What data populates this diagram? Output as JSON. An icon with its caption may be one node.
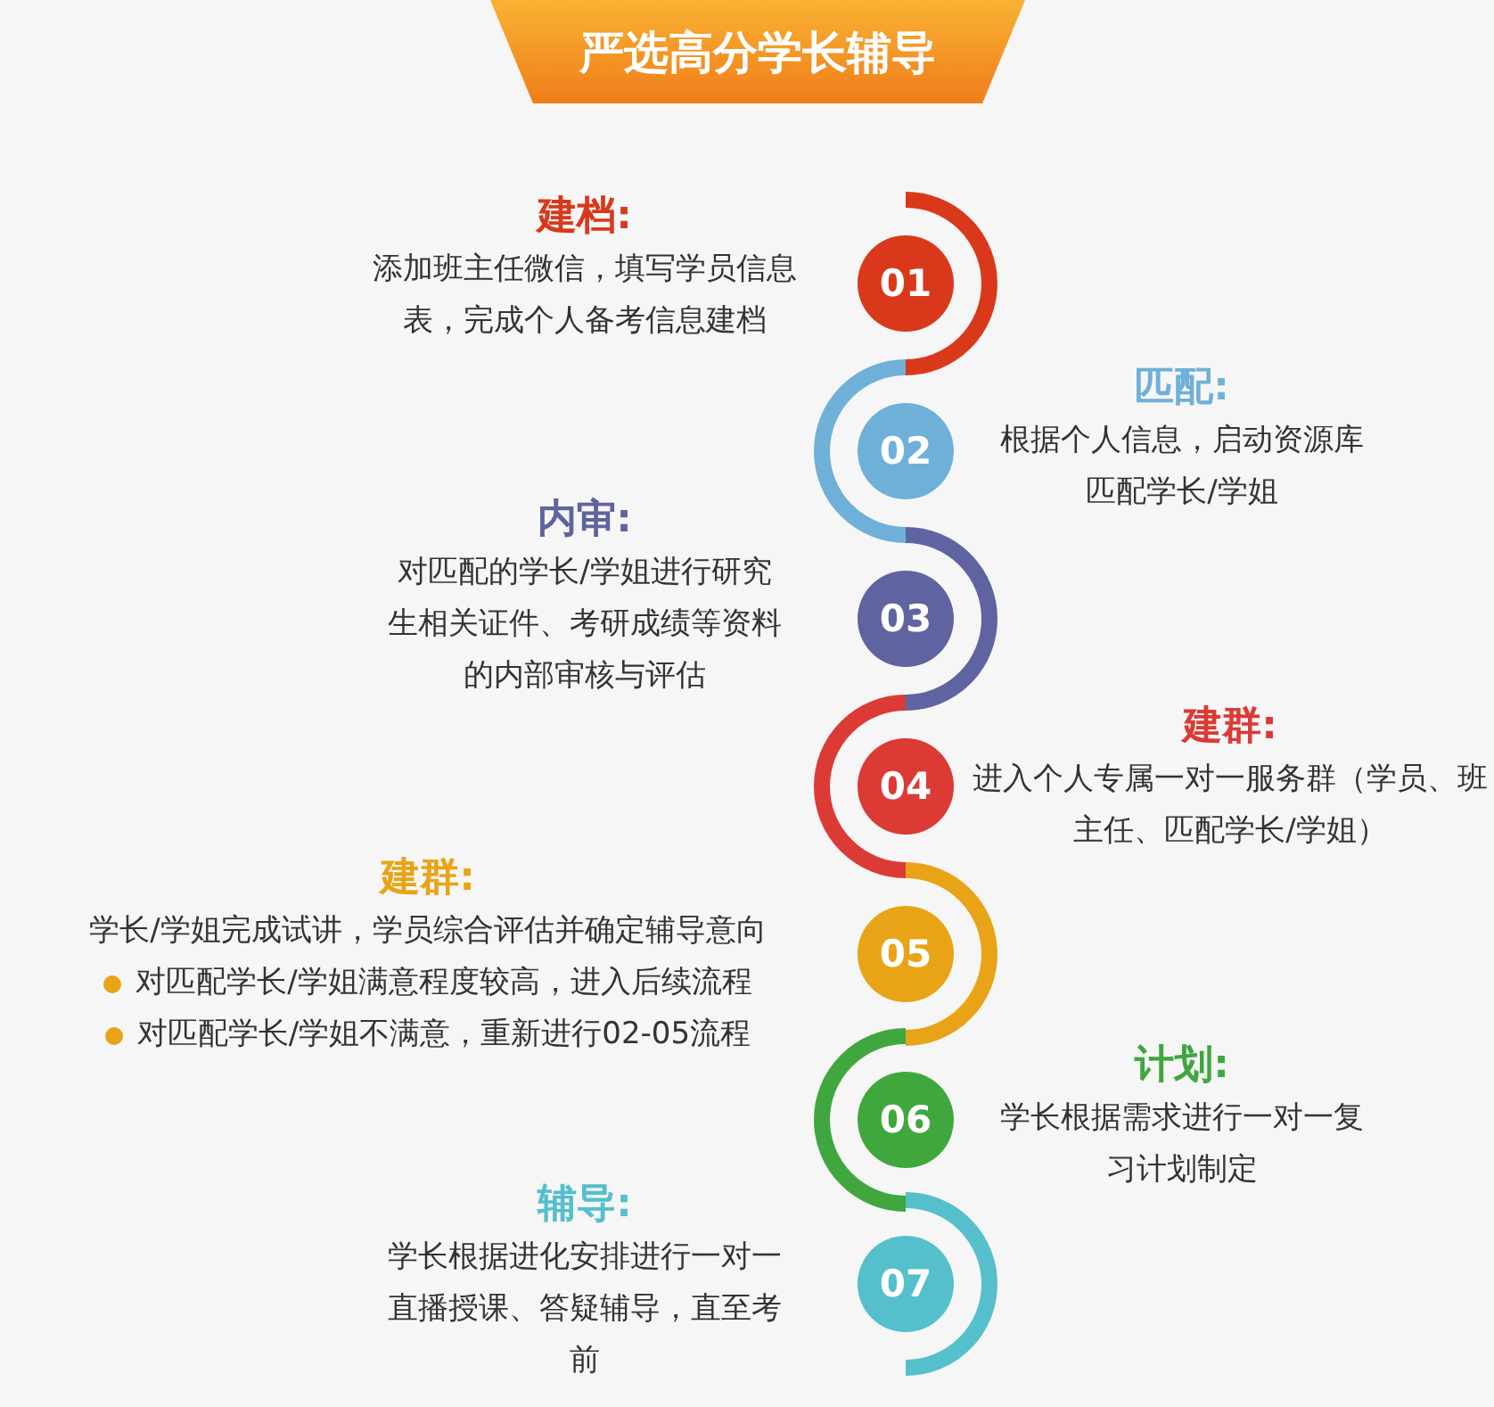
{
  "diagram": {
    "title": "严选高分学长辅导",
    "nodes": [
      {
        "text": [
          "01"
        ],
        "beside": [
          "建档:",
          "添加班主任微信，填写学员信息表，完成个人备考信息建档"
        ]
      },
      {
        "text": [
          "02"
        ],
        "beside": [
          "匹配:",
          "根据个人信息，启动资源库匹配学长/学姐"
        ]
      },
      {
        "text": [
          "03"
        ],
        "beside": [
          "内审:",
          "对匹配的学长/学姐进行研究生相关证件、考研成绩等资料的内部审核与评估"
        ]
      },
      {
        "text": [
          "04"
        ],
        "beside": [
          "建群:",
          "进入个人专属一对一服务群（学员、班主任、匹配学长/学姐）"
        ]
      },
      {
        "text": [
          "05"
        ],
        "beside": [
          "建群:",
          "学长/学姐完成试讲，学员综合评估并确定辅导意向",
          "对匹配学长/学姐满意程度较高，进入后续流程",
          "对匹配学长/学姐不满意，重新进行02-05流程"
        ]
      },
      {
        "text": [
          "06"
        ],
        "beside": [
          "计划:",
          "学长根据需求进行一对一复习计划制定"
        ]
      },
      {
        "text": [
          "07"
        ],
        "beside": [
          "辅导:",
          "学长根据进化安排进行一对一直播授课、答疑辅导，直至考前"
        ]
      }
    ],
    "edges": []
  }
}
